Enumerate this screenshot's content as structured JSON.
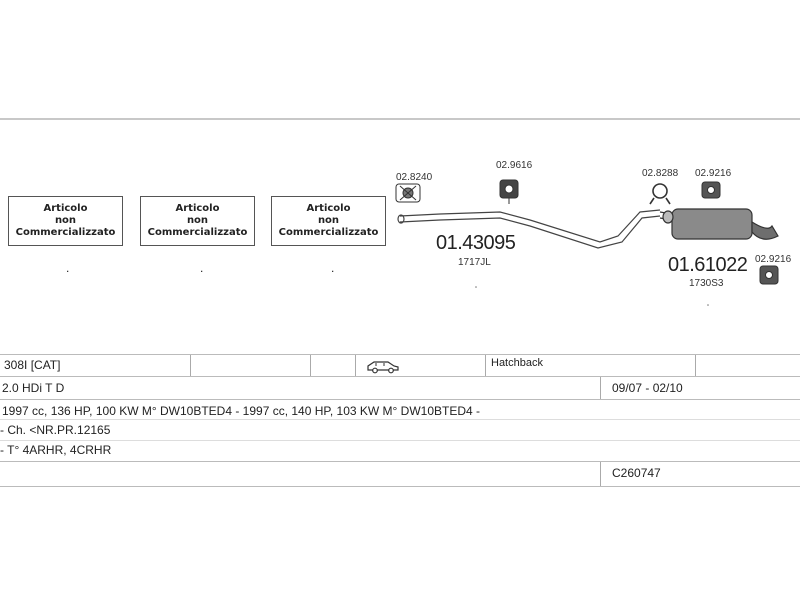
{
  "boxes": [
    {
      "line1": "Articolo",
      "line2": "non",
      "line3": "Commercializzato",
      "dot": "."
    },
    {
      "line1": "Articolo",
      "line2": "non",
      "line3": "Commercializzato",
      "dot": "."
    },
    {
      "line1": "Articolo",
      "line2": "non",
      "line3": "Commercializzato",
      "dot": "."
    }
  ],
  "parts": {
    "clamp_left": "02.8240",
    "hanger_mid": "02.9616",
    "clamp_right": "02.8288",
    "hanger_right_top": "02.9216",
    "hanger_right_bottom": "02.9216",
    "front_pipe_code": "01.43095",
    "front_pipe_ref": "1717JL",
    "rear_silencer_code": "01.61022",
    "rear_silencer_ref": "1730S3"
  },
  "vehicle": {
    "model": "308I [CAT]",
    "body_type": "Hatchback",
    "engine": "2.0 HDi T D",
    "years": "09/07 - 02/10",
    "specs": "1997 cc, 136 HP, 100 KW M° DW10BTED4 - 1997 cc, 140 HP, 103 KW M° DW10BTED4 -",
    "chassis": "- Ch. <NR.PR.12165",
    "type": "- T° 4ARHR, 4CRHR",
    "catalog_code": "C260747"
  },
  "colors": {
    "line": "#555555",
    "rule": "#bbbbbb",
    "text": "#222222"
  },
  "icons": {
    "car": "car-icon"
  }
}
